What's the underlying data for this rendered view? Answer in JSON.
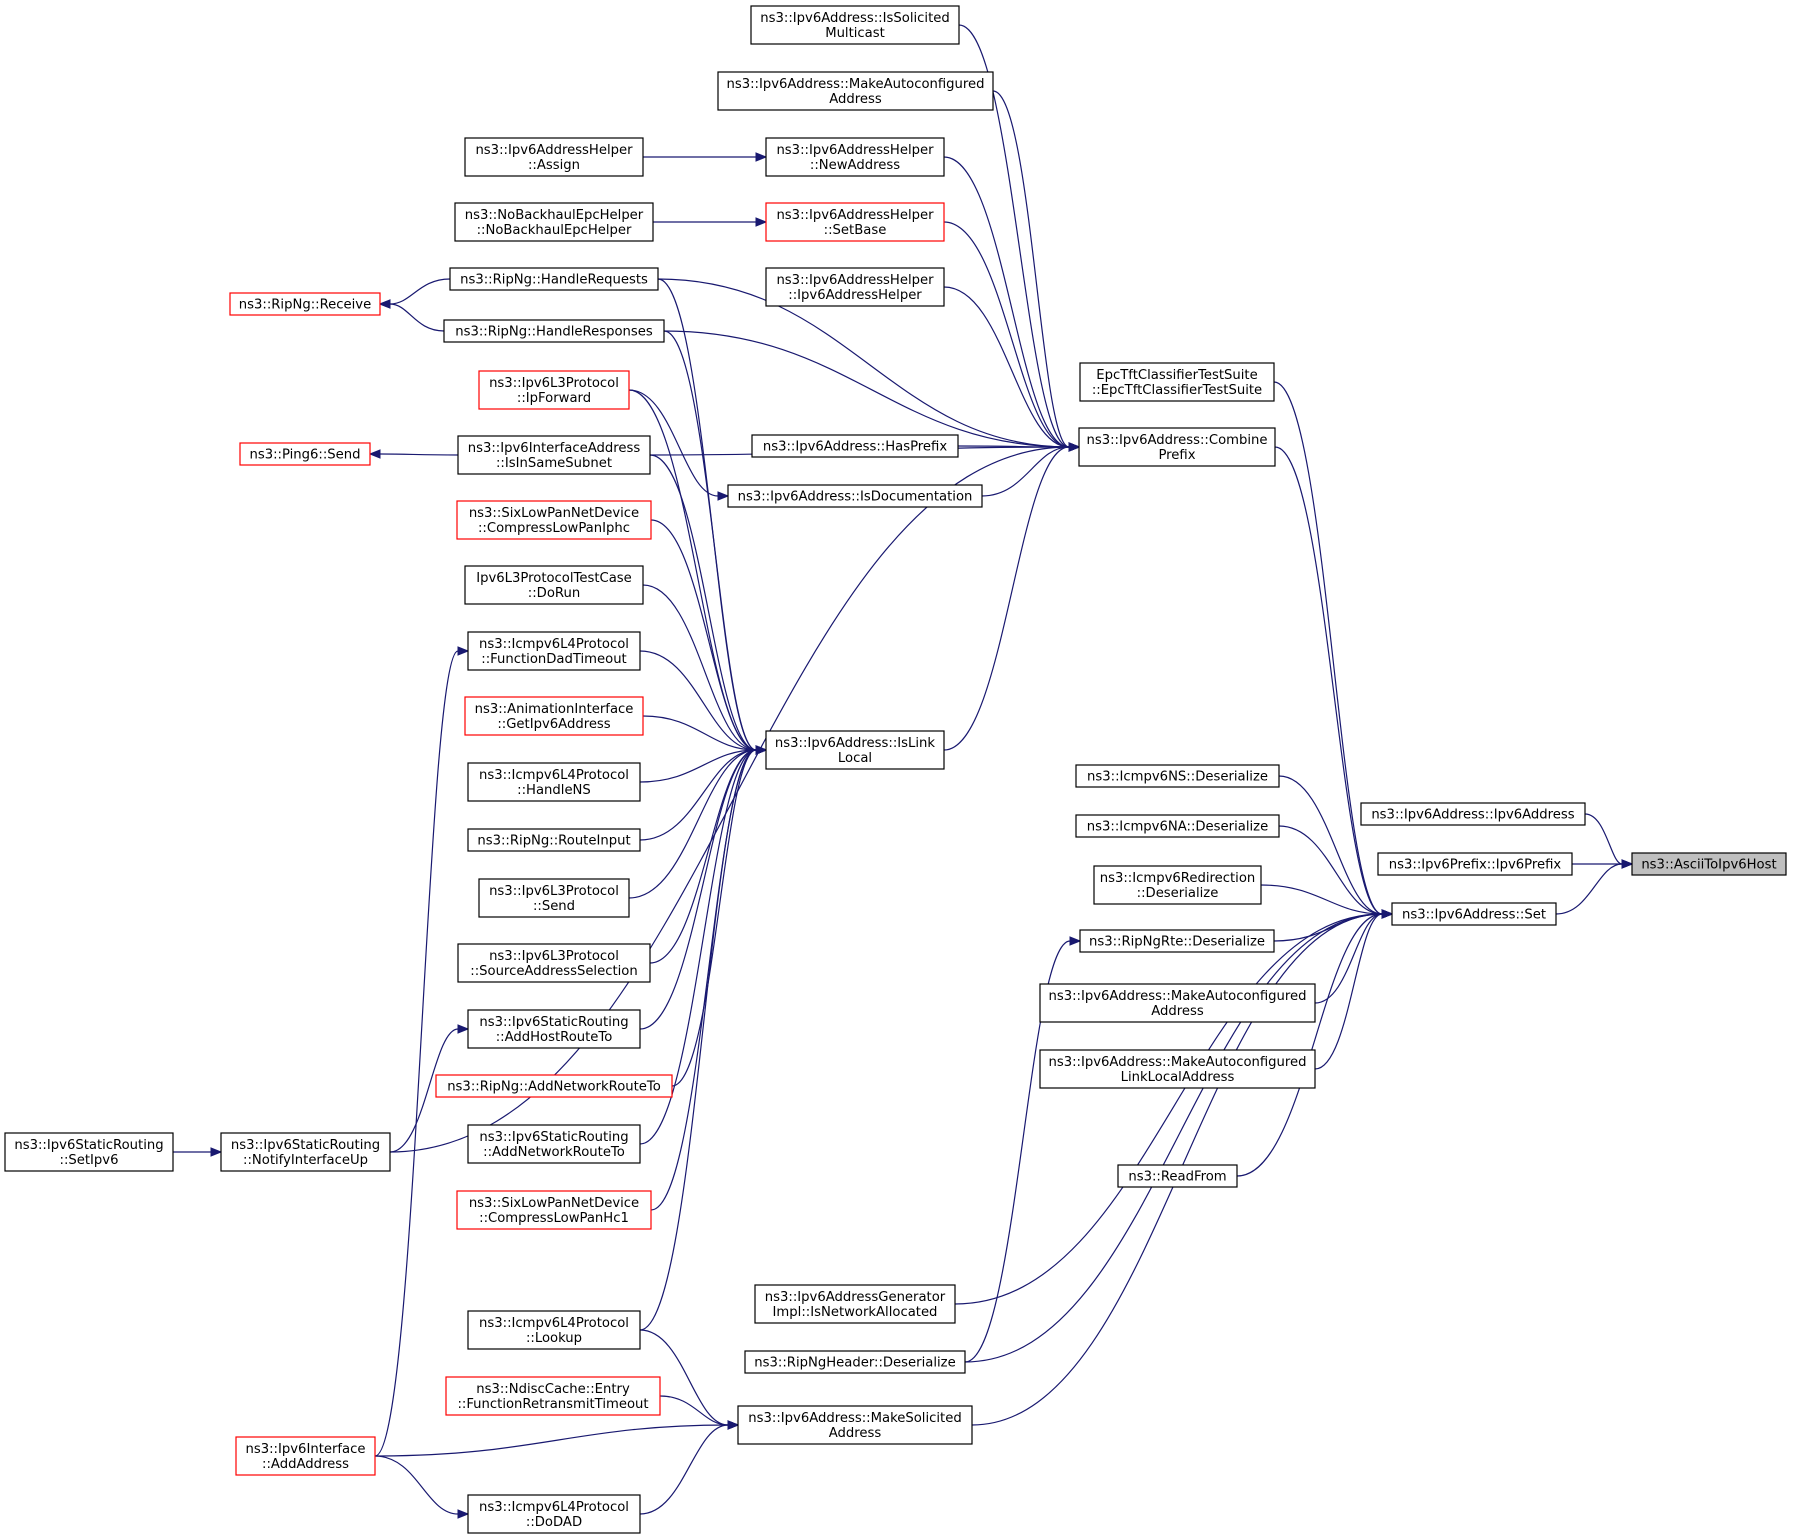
{
  "nodes": [
    {
      "id": "asciiToHost",
      "lines": [
        "ns3::AsciiToIpv6Host"
      ],
      "style": "focus"
    },
    {
      "id": "addrCtor",
      "lines": [
        "ns3::Ipv6Address::Ipv6Address"
      ],
      "style": "black"
    },
    {
      "id": "prefixCtor",
      "lines": [
        "ns3::Ipv6Prefix::Ipv6Prefix"
      ],
      "style": "black"
    },
    {
      "id": "set",
      "lines": [
        "ns3::Ipv6Address::Set"
      ],
      "style": "black"
    },
    {
      "id": "combine",
      "lines": [
        "ns3::Ipv6Address::Combine",
        "Prefix"
      ],
      "style": "black"
    },
    {
      "id": "epcTft",
      "lines": [
        "EpcTftClassifierTestSuite",
        "::EpcTftClassifierTestSuite"
      ],
      "style": "black"
    },
    {
      "id": "nsDeser",
      "lines": [
        "ns3::Icmpv6NS::Deserialize"
      ],
      "style": "black"
    },
    {
      "id": "naDeser",
      "lines": [
        "ns3::Icmpv6NA::Deserialize"
      ],
      "style": "black"
    },
    {
      "id": "redirDeser",
      "lines": [
        "ns3::Icmpv6Redirection",
        "::Deserialize"
      ],
      "style": "black"
    },
    {
      "id": "ripRteDeser",
      "lines": [
        "ns3::RipNgRte::Deserialize"
      ],
      "style": "black"
    },
    {
      "id": "makeAuto2",
      "lines": [
        "ns3::Ipv6Address::MakeAutoconfigured",
        "Address"
      ],
      "style": "black"
    },
    {
      "id": "makeAutoLL",
      "lines": [
        "ns3::Ipv6Address::MakeAutoconfigured",
        "LinkLocalAddress"
      ],
      "style": "black"
    },
    {
      "id": "readFrom",
      "lines": [
        "ns3::ReadFrom"
      ],
      "style": "black"
    },
    {
      "id": "isSolicited",
      "lines": [
        "ns3::Ipv6Address::IsSolicited",
        "Multicast"
      ],
      "style": "black"
    },
    {
      "id": "makeAuto1",
      "lines": [
        "ns3::Ipv6Address::MakeAutoconfigured",
        "Address"
      ],
      "style": "black"
    },
    {
      "id": "newAddr",
      "lines": [
        "ns3::Ipv6AddressHelper",
        "::NewAddress"
      ],
      "style": "black"
    },
    {
      "id": "setBase",
      "lines": [
        "ns3::Ipv6AddressHelper",
        "::SetBase"
      ],
      "style": "red"
    },
    {
      "id": "helperCtor",
      "lines": [
        "ns3::Ipv6AddressHelper",
        "::Ipv6AddressHelper"
      ],
      "style": "black"
    },
    {
      "id": "hasPrefix",
      "lines": [
        "ns3::Ipv6Address::HasPrefix"
      ],
      "style": "black"
    },
    {
      "id": "isDoc",
      "lines": [
        "ns3::Ipv6Address::IsDocumentation"
      ],
      "style": "black"
    },
    {
      "id": "isLinkLocal",
      "lines": [
        "ns3::Ipv6Address::IsLink",
        "Local"
      ],
      "style": "black"
    },
    {
      "id": "isNetAlloc",
      "lines": [
        "ns3::Ipv6AddressGenerator",
        "Impl::IsNetworkAllocated"
      ],
      "style": "black"
    },
    {
      "id": "ripHdrDeser",
      "lines": [
        "ns3::RipNgHeader::Deserialize"
      ],
      "style": "black"
    },
    {
      "id": "makeSolicited",
      "lines": [
        "ns3::Ipv6Address::MakeSolicited",
        "Address"
      ],
      "style": "black"
    },
    {
      "id": "assign",
      "lines": [
        "ns3::Ipv6AddressHelper",
        "::Assign"
      ],
      "style": "black"
    },
    {
      "id": "noBackhaul",
      "lines": [
        "ns3::NoBackhaulEpcHelper",
        "::NoBackhaulEpcHelper"
      ],
      "style": "black"
    },
    {
      "id": "handleReq",
      "lines": [
        "ns3::RipNg::HandleRequests"
      ],
      "style": "black"
    },
    {
      "id": "handleResp",
      "lines": [
        "ns3::RipNg::HandleResponses"
      ],
      "style": "black"
    },
    {
      "id": "ipForward",
      "lines": [
        "ns3::Ipv6L3Protocol",
        "::IpForward"
      ],
      "style": "red"
    },
    {
      "id": "isSameSubnet",
      "lines": [
        "ns3::Ipv6InterfaceAddress",
        "::IsInSameSubnet"
      ],
      "style": "black"
    },
    {
      "id": "compressIphc",
      "lines": [
        "ns3::SixLowPanNetDevice",
        "::CompressLowPanIphc"
      ],
      "style": "red"
    },
    {
      "id": "doRun",
      "lines": [
        "Ipv6L3ProtocolTestCase",
        "::DoRun"
      ],
      "style": "black"
    },
    {
      "id": "dadTimeout",
      "lines": [
        "ns3::Icmpv6L4Protocol",
        "::FunctionDadTimeout"
      ],
      "style": "black"
    },
    {
      "id": "getIpv6Addr",
      "lines": [
        "ns3::AnimationInterface",
        "::GetIpv6Address"
      ],
      "style": "red"
    },
    {
      "id": "handleNS",
      "lines": [
        "ns3::Icmpv6L4Protocol",
        "::HandleNS"
      ],
      "style": "black"
    },
    {
      "id": "routeInput",
      "lines": [
        "ns3::RipNg::RouteInput"
      ],
      "style": "black"
    },
    {
      "id": "l3Send",
      "lines": [
        "ns3::Ipv6L3Protocol",
        "::Send"
      ],
      "style": "black"
    },
    {
      "id": "srcAddrSel",
      "lines": [
        "ns3::Ipv6L3Protocol",
        "::SourceAddressSelection"
      ],
      "style": "black"
    },
    {
      "id": "addHostRoute",
      "lines": [
        "ns3::Ipv6StaticRouting",
        "::AddHostRouteTo"
      ],
      "style": "black"
    },
    {
      "id": "addNetRouteRip",
      "lines": [
        "ns3::RipNg::AddNetworkRouteTo"
      ],
      "style": "red"
    },
    {
      "id": "addNetRoute",
      "lines": [
        "ns3::Ipv6StaticRouting",
        "::AddNetworkRouteTo"
      ],
      "style": "black"
    },
    {
      "id": "compressHc1",
      "lines": [
        "ns3::SixLowPanNetDevice",
        "::CompressLowPanHc1"
      ],
      "style": "red"
    },
    {
      "id": "lookup",
      "lines": [
        "ns3::Icmpv6L4Protocol",
        "::Lookup"
      ],
      "style": "black"
    },
    {
      "id": "retransmit",
      "lines": [
        "ns3::NdiscCache::Entry",
        "::FunctionRetransmitTimeout"
      ],
      "style": "red"
    },
    {
      "id": "doDAD",
      "lines": [
        "ns3::Icmpv6L4Protocol",
        "::DoDAD"
      ],
      "style": "black"
    },
    {
      "id": "ripReceive",
      "lines": [
        "ns3::RipNg::Receive"
      ],
      "style": "red"
    },
    {
      "id": "ping6Send",
      "lines": [
        "ns3::Ping6::Send"
      ],
      "style": "red"
    },
    {
      "id": "notifyUp",
      "lines": [
        "ns3::Ipv6StaticRouting",
        "::NotifyInterfaceUp"
      ],
      "style": "black"
    },
    {
      "id": "setIpv6",
      "lines": [
        "ns3::Ipv6StaticRouting",
        "::SetIpv6"
      ],
      "style": "black"
    },
    {
      "id": "ifaceAddAddr",
      "lines": [
        "ns3::Ipv6Interface",
        "::AddAddress"
      ],
      "style": "red"
    }
  ],
  "edges": [
    [
      "addrCtor",
      "asciiToHost"
    ],
    [
      "prefixCtor",
      "asciiToHost"
    ],
    [
      "set",
      "asciiToHost"
    ],
    [
      "combine",
      "set"
    ],
    [
      "epcTft",
      "set"
    ],
    [
      "nsDeser",
      "set"
    ],
    [
      "naDeser",
      "set"
    ],
    [
      "redirDeser",
      "set"
    ],
    [
      "ripRteDeser",
      "set"
    ],
    [
      "makeAuto2",
      "set"
    ],
    [
      "makeAutoLL",
      "set"
    ],
    [
      "readFrom",
      "set"
    ],
    [
      "isNetAlloc",
      "set"
    ],
    [
      "ripHdrDeser",
      "set"
    ],
    [
      "makeSolicited",
      "set"
    ],
    [
      "isSolicited",
      "combine"
    ],
    [
      "makeAuto1",
      "combine"
    ],
    [
      "newAddr",
      "combine"
    ],
    [
      "setBase",
      "combine"
    ],
    [
      "helperCtor",
      "combine"
    ],
    [
      "handleReq",
      "combine"
    ],
    [
      "handleResp",
      "combine"
    ],
    [
      "hasPrefix",
      "combine"
    ],
    [
      "isDoc",
      "combine"
    ],
    [
      "isSameSubnet",
      "combine"
    ],
    [
      "isLinkLocal",
      "combine"
    ],
    [
      "notifyUp",
      "combine"
    ],
    [
      "ipForward",
      "isDoc"
    ],
    [
      "assign",
      "newAddr"
    ],
    [
      "noBackhaul",
      "setBase"
    ],
    [
      "handleReq",
      "ripReceive"
    ],
    [
      "handleResp",
      "ripReceive"
    ],
    [
      "isSameSubnet",
      "ping6Send"
    ],
    [
      "handleReq",
      "isLinkLocal"
    ],
    [
      "handleResp",
      "isLinkLocal"
    ],
    [
      "ipForward",
      "isLinkLocal"
    ],
    [
      "isSameSubnet",
      "isLinkLocal"
    ],
    [
      "compressIphc",
      "isLinkLocal"
    ],
    [
      "doRun",
      "isLinkLocal"
    ],
    [
      "dadTimeout",
      "isLinkLocal"
    ],
    [
      "getIpv6Addr",
      "isLinkLocal"
    ],
    [
      "handleNS",
      "isLinkLocal"
    ],
    [
      "routeInput",
      "isLinkLocal"
    ],
    [
      "l3Send",
      "isLinkLocal"
    ],
    [
      "srcAddrSel",
      "isLinkLocal"
    ],
    [
      "addHostRoute",
      "isLinkLocal"
    ],
    [
      "addNetRouteRip",
      "isLinkLocal"
    ],
    [
      "addNetRoute",
      "isLinkLocal"
    ],
    [
      "compressHc1",
      "isLinkLocal"
    ],
    [
      "lookup",
      "isLinkLocal"
    ],
    [
      "lookup",
      "makeSolicited"
    ],
    [
      "retransmit",
      "makeSolicited"
    ],
    [
      "ifaceAddAddr",
      "makeSolicited"
    ],
    [
      "doDAD",
      "makeSolicited"
    ],
    [
      "ripHdrDeser",
      "ripRteDeser"
    ],
    [
      "notifyUp",
      "addHostRoute"
    ],
    [
      "ifaceAddAddr",
      "dadTimeout"
    ],
    [
      "ifaceAddAddr",
      "doDAD"
    ],
    [
      "setIpv6",
      "notifyUp"
    ]
  ]
}
